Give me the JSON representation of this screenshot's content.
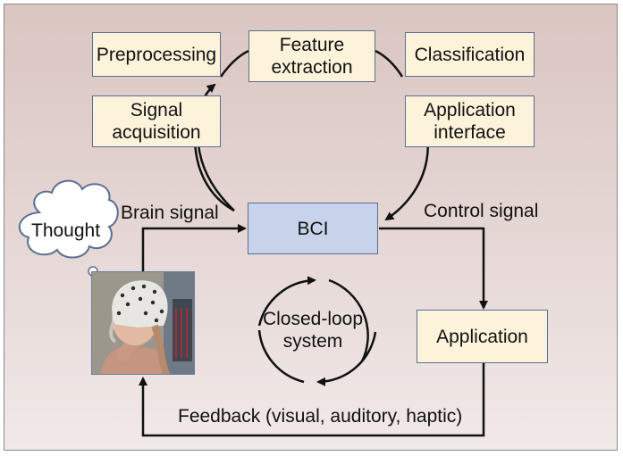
{
  "boxes": {
    "preprocessing": "Preprocessing",
    "feature_extraction": "Feature\nextraction",
    "classification": "Classification",
    "signal_acquisition": "Signal\nacquisition",
    "application_interface": "Application\ninterface",
    "bci": "BCI",
    "application": "Application"
  },
  "labels": {
    "brain_signal": "Brain signal",
    "control_signal": "Control signal",
    "feedback": "Feedback (visual, auditory, haptic)",
    "thought": "Thought",
    "closed_loop": "Closed-loop\nsystem"
  },
  "colors": {
    "box_fill": "#fdf3db",
    "bci_fill": "#c7d3ea",
    "box_border": "#5a6f91",
    "arrow": "#111111"
  },
  "icons": {
    "photo": "eeg-cap-subject-photo",
    "thought_bubble": "thought-cloud-icon"
  }
}
